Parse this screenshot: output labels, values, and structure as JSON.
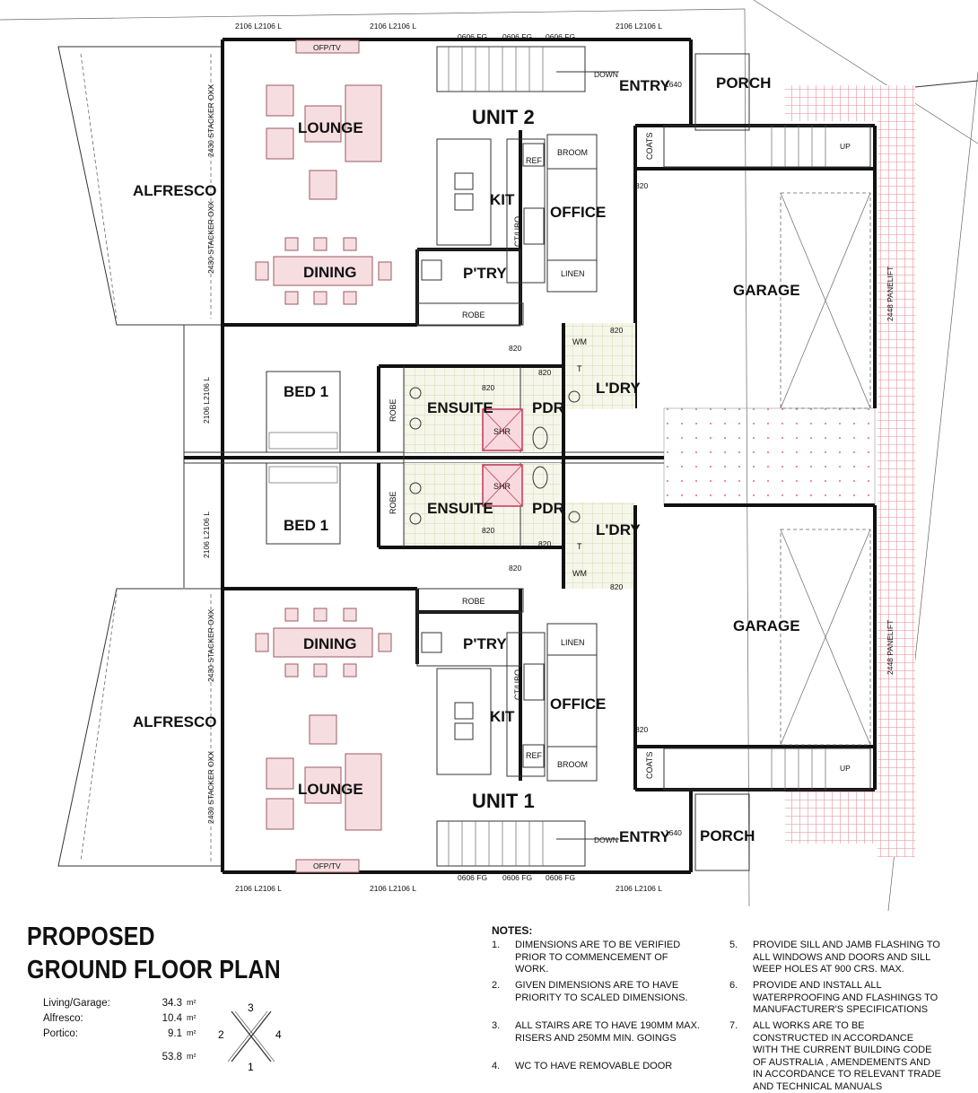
{
  "title_lines": [
    "PROPOSED",
    "GROUND FLOOR PLAN"
  ],
  "areas": [
    {
      "name": "Living/Garage:",
      "value": "34.3",
      "unit": "m²"
    },
    {
      "name": "Alfresco:",
      "value": "10.4",
      "unit": "m²"
    },
    {
      "name": "Portico:",
      "value": "9.1",
      "unit": "m²"
    }
  ],
  "area_total": {
    "value": "53.8",
    "unit": "m²"
  },
  "compass": {
    "n1": "1",
    "n2": "2",
    "n3": "3",
    "n4": "4"
  },
  "notes_heading": "NOTES:",
  "notes": [
    {
      "num": "1.",
      "text": "DIMENSIONS ARE TO BE VERIFIED PRIOR TO COMMENCEMENT OF WORK."
    },
    {
      "num": "2.",
      "text": "GIVEN DIMENSIONS ARE TO HAVE PRIORITY TO SCALED DIMENSIONS."
    },
    {
      "num": "3.",
      "text": "ALL STAIRS ARE TO HAVE 190mm MAX. RISERS AND 250mm MIN. GOINGS"
    },
    {
      "num": "4.",
      "text": "WC TO HAVE REMOVABLE DOOR"
    },
    {
      "num": "5.",
      "text": "PROVIDE SILL AND JAMB FLASHING TO ALL WINDOWS AND DOORS AND SILL WEEP HOLES AT 900 CRS. MAX."
    },
    {
      "num": "6.",
      "text": "PROVIDE AND INSTALL ALL WATERPROOFING AND FLASHINGS TO MANUFACTURER'S SPECIFICATIONS"
    },
    {
      "num": "7.",
      "text": "ALL WORKS ARE TO BE CONSTRUCTED IN ACCORDANCE WITH THE CURRENT BUILDING CODE OF AUSTRALIA , AMENDEMENTS AND IN ACCORDANCE TO RELEVANT TRADE AND TECHNICAL MANUALS"
    }
  ],
  "plan": {
    "units": {
      "upper": "UNIT 2",
      "lower": "UNIT 1"
    },
    "rooms": {
      "lounge": "LOUNGE",
      "dining": "DINING",
      "alfresco": "ALFRESCO",
      "kit": "KIT",
      "office": "OFFICE",
      "pantry": "P'TRY",
      "entry": "ENTRY",
      "porch": "PORCH",
      "garage": "GARAGE",
      "bed1": "BED 1",
      "ensuite": "ENSUITE",
      "pdr": "PDR",
      "laundry": "L'DRY",
      "robe": "ROBE",
      "shr": "SHR",
      "broom": "BROOM",
      "linen": "LINEN",
      "coats": "COATS",
      "ref": "REF",
      "ct_ubo": "CT/UBO",
      "wm": "WM",
      "t": "T"
    },
    "annotations": {
      "window_2106": "2106 L2106 L",
      "window_fg": "0606 FG",
      "ofp": "OFP/TV",
      "stacker": "2430 STACKER OXX",
      "panelift": "2448 PANELIFT",
      "door_820": "820",
      "door_1640": "1640",
      "down": "DOWN",
      "up": "UP"
    }
  }
}
